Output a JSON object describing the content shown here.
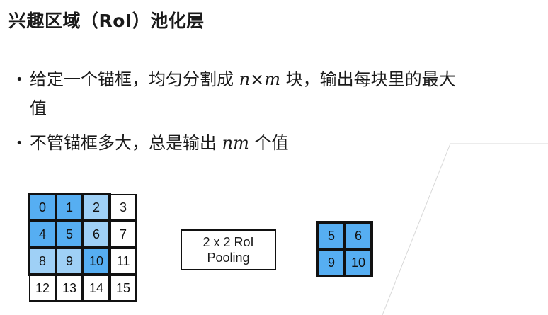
{
  "title": "兴趣区域（RoI）池化层",
  "bullets": [
    {
      "text_a": "给定一个锚框，均匀分割成 ",
      "var_n": "n",
      "times": "×",
      "var_m": "m",
      "text_b": " 块，输出每块里的最大",
      "continuation": "值"
    },
    {
      "text_a": "不管锚框多大，总是输出 ",
      "var_nm": "nm",
      "text_b": " 个值"
    }
  ],
  "input_grid": {
    "rows": [
      [
        "0",
        "1",
        "2",
        "3"
      ],
      [
        "4",
        "5",
        "6",
        "7"
      ],
      [
        "8",
        "9",
        "10",
        "11"
      ],
      [
        "12",
        "13",
        "14",
        "15"
      ]
    ]
  },
  "pool_label": {
    "line1": "2 x 2 RoI",
    "line2": "Pooling"
  },
  "output_grid": {
    "rows": [
      [
        "5",
        "6"
      ],
      [
        "9",
        "10"
      ]
    ]
  },
  "colors": {
    "max_cell": "#56aef2",
    "region_cell": "#9fd0f6",
    "border": "#111111"
  }
}
